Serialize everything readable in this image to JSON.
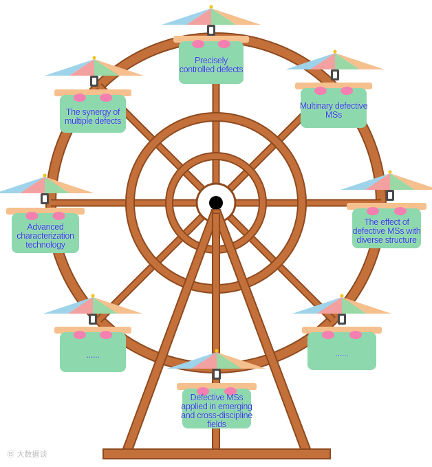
{
  "colors": {
    "frame": "#c4703a",
    "frame_dark": "#8e4a1f",
    "cabin": "#8ed8ae",
    "cabin_roof": "#f6c08e",
    "cheek": "#f57fb0",
    "window": "#4a4a4a",
    "text": "#2e3fd6",
    "umbrella": [
      "#9ed3ea",
      "#f3a0a0",
      "#9ad9a6",
      "#f5bf8e"
    ],
    "hub": "#000000"
  },
  "cabins": [
    {
      "id": "top",
      "label": "Precisely controlled defects"
    },
    {
      "id": "upper-right",
      "label": "Multinary defective MSs"
    },
    {
      "id": "right",
      "label": "The effect of defective MSs with diverse structure"
    },
    {
      "id": "lower-right",
      "label": "......"
    },
    {
      "id": "bottom",
      "label": "Defective MSs applied in emerging and cross-discipline fields"
    },
    {
      "id": "lower-left",
      "label": "......"
    },
    {
      "id": "left",
      "label": "Advanced characterization technology"
    },
    {
      "id": "upper-left",
      "label": "The synergy of multiple defects"
    }
  ],
  "watermark": "⑮ 大数据谈"
}
